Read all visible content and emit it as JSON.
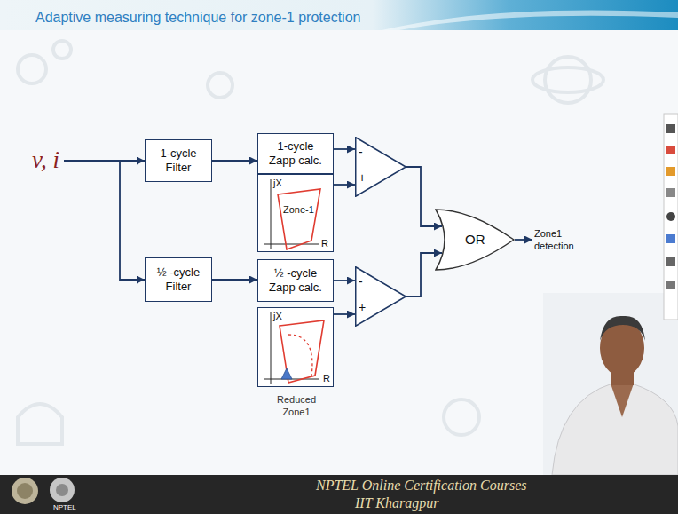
{
  "diagram": {
    "title": "Adaptive measuring technique for zone-1 protection",
    "nodes": [
      {
        "text": [
          "v, i"
        ]
      },
      {
        "text": [
          "1-cycle Filter"
        ]
      },
      {
        "text": [
          "1-cycle Zapp calc."
        ]
      },
      {
        "text": [
          "jX",
          "Zone-1",
          "R"
        ]
      },
      {
        "text": [
          "-",
          "+"
        ]
      },
      {
        "text": [
          "½ -cycle Filter"
        ]
      },
      {
        "text": [
          "½ -cycle Zapp calc."
        ]
      },
      {
        "text": [
          "jX",
          "R",
          "Reduced Zone1"
        ]
      },
      {
        "text": [
          "-",
          "+"
        ]
      },
      {
        "text": [
          "OR"
        ]
      },
      {
        "text": [
          "Zone1 detection"
        ]
      }
    ],
    "edges": [
      {
        "from": 0,
        "to": 1,
        "arrow": "to"
      },
      {
        "from": 0,
        "to": 5,
        "arrow": "to"
      },
      {
        "from": 1,
        "to": 2,
        "arrow": "to"
      },
      {
        "from": 2,
        "to": 4,
        "arrow": "to"
      },
      {
        "from": 3,
        "to": 4,
        "arrow": "to"
      },
      {
        "from": 4,
        "to": 9,
        "arrow": "to"
      },
      {
        "from": 5,
        "to": 6,
        "arrow": "to"
      },
      {
        "from": 6,
        "to": 8,
        "arrow": "to"
      },
      {
        "from": 7,
        "to": 8,
        "arrow": "to"
      },
      {
        "from": 8,
        "to": 9,
        "arrow": "to"
      },
      {
        "from": 9,
        "to": 10,
        "arrow": "to"
      }
    ],
    "labels": [
      "NPTEL Online Certification Courses",
      "IIT Kharagpur",
      "NPTEL"
    ]
  }
}
